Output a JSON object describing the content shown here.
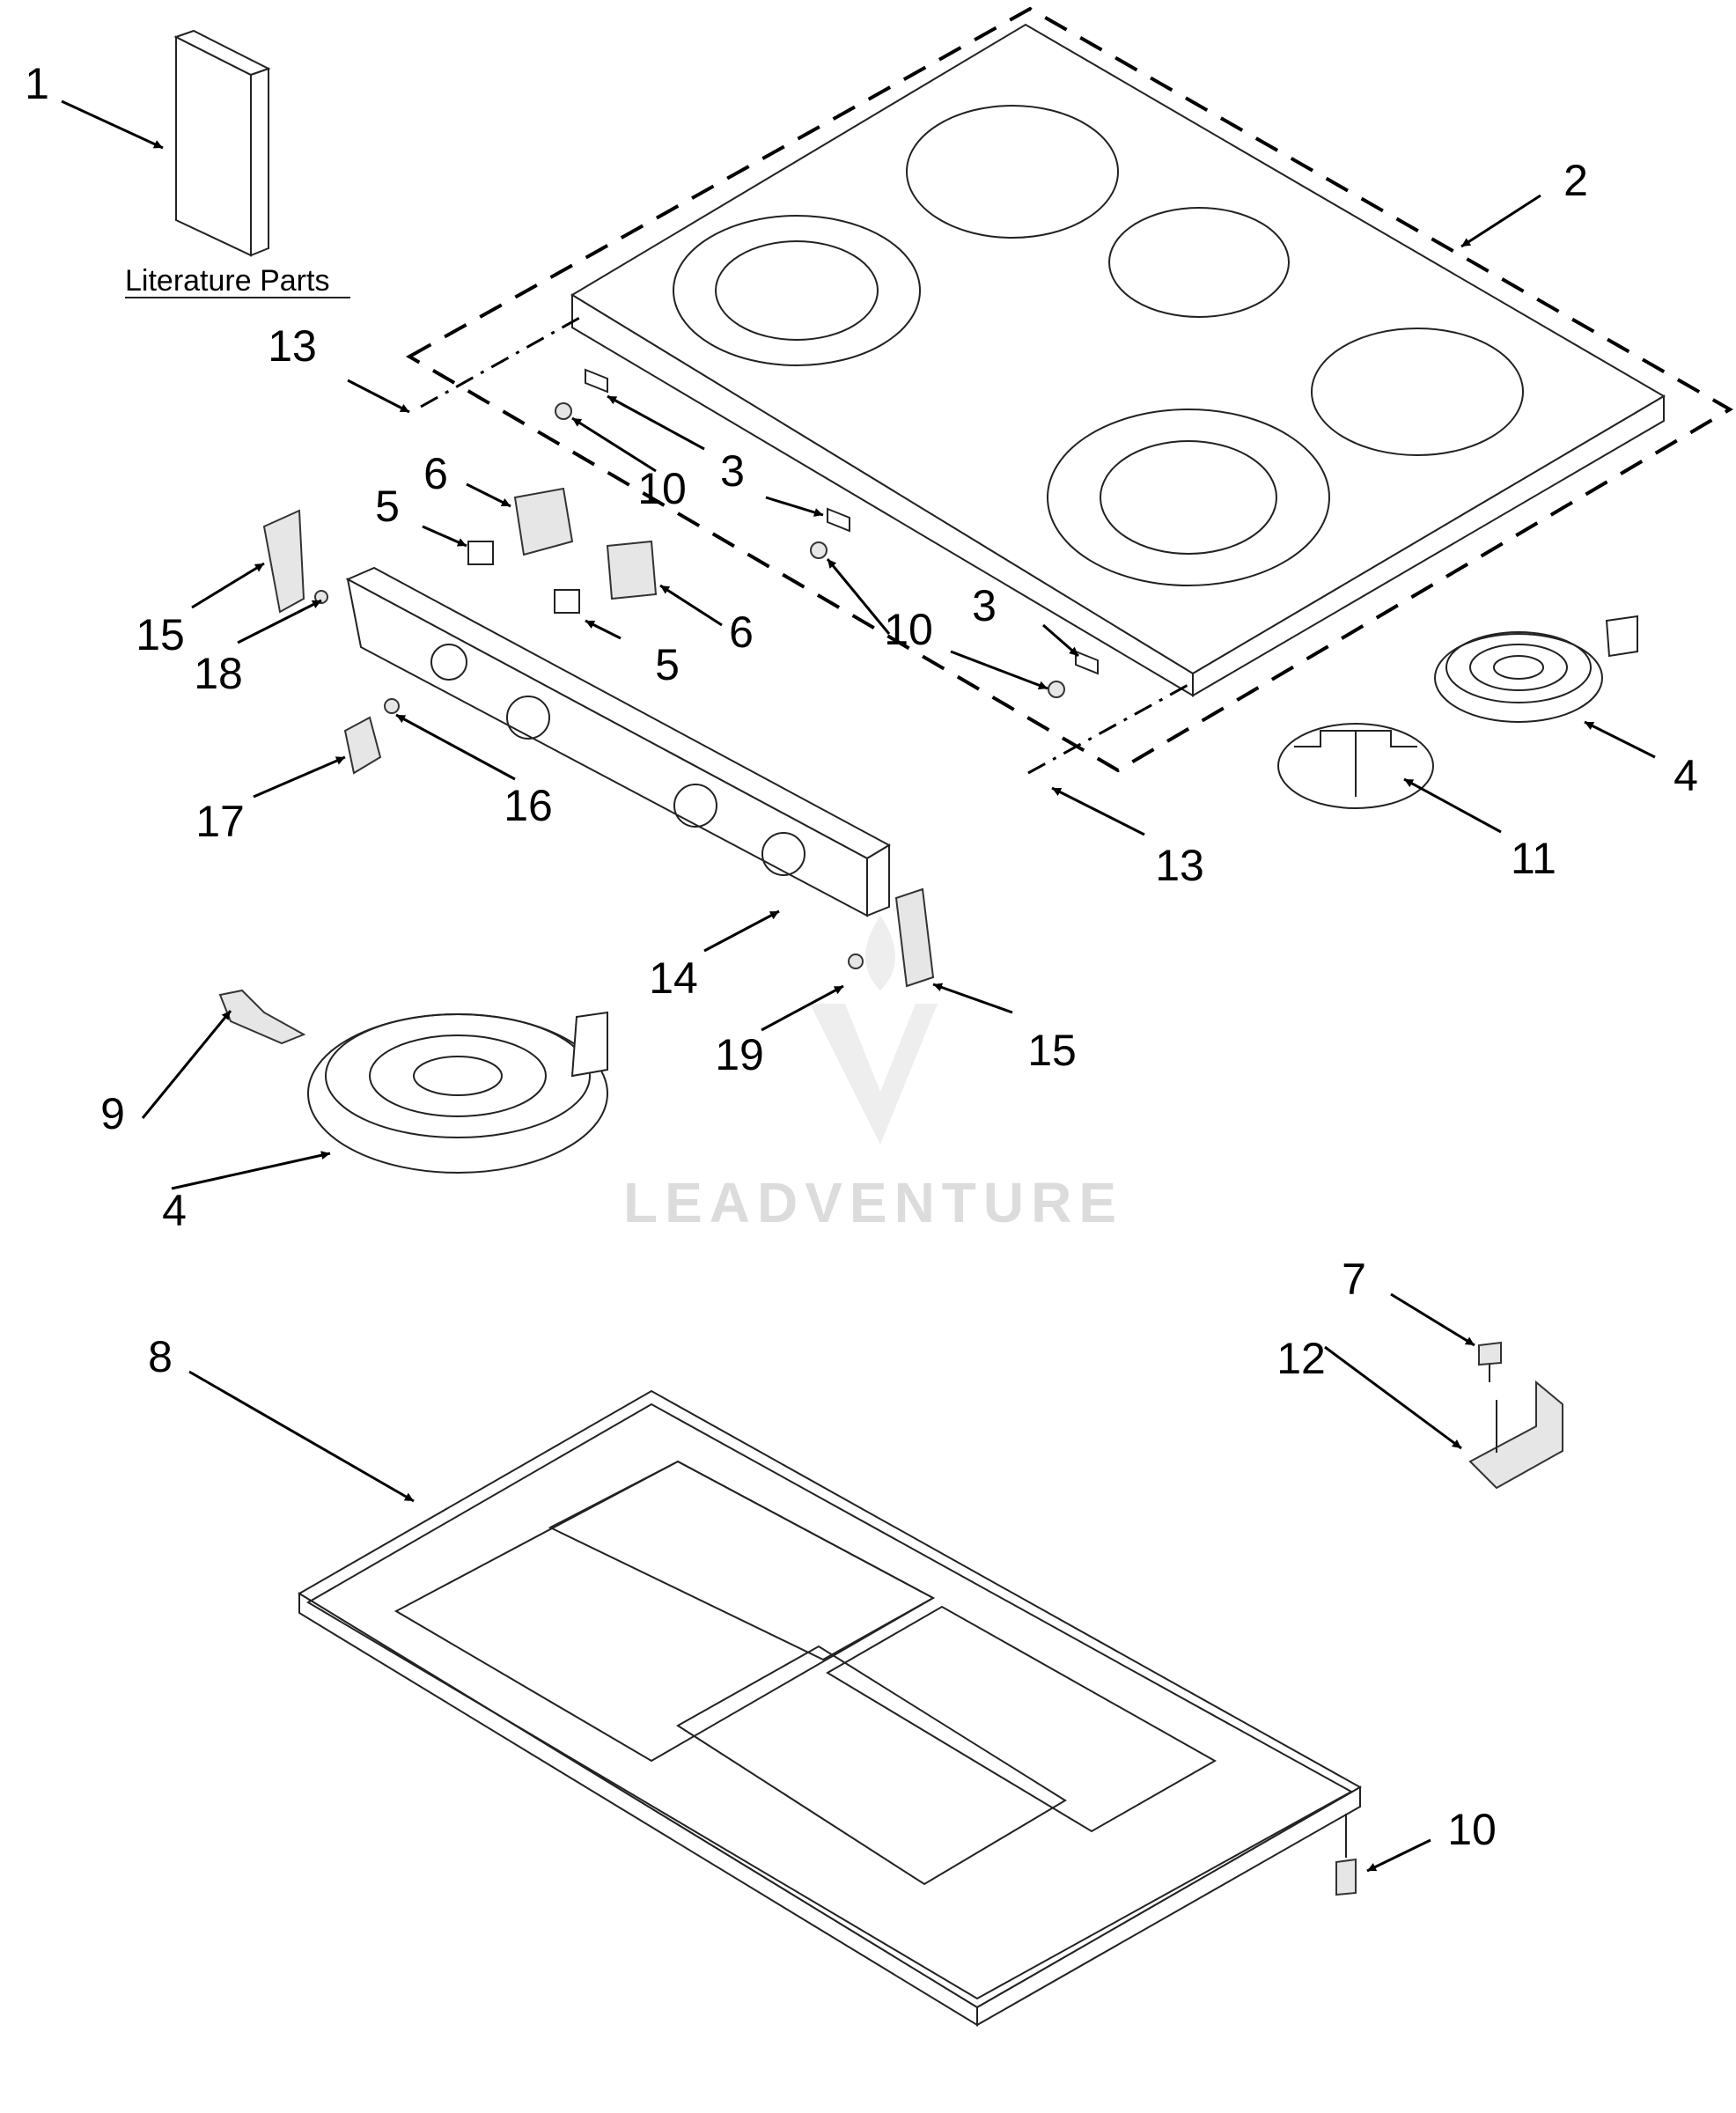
{
  "literature_label": "Literature Parts",
  "watermark": "LEADVENTURE",
  "callouts": {
    "c1": "1",
    "c2": "2",
    "c3a": "3",
    "c3b": "3",
    "c4a": "4",
    "c4b": "4",
    "c5a": "5",
    "c5b": "5",
    "c6a": "6",
    "c6b": "6",
    "c7": "7",
    "c8": "8",
    "c9": "9",
    "c10a": "10",
    "c10b": "10",
    "c10c": "10",
    "c11": "11",
    "c12": "12",
    "c13a": "13",
    "c13b": "13",
    "c14": "14",
    "c15a": "15",
    "c15b": "15",
    "c16": "16",
    "c17": "17",
    "c18": "18",
    "c19": "19"
  },
  "colors": {
    "line": "#222222",
    "watermark": "#dcdcdc"
  }
}
